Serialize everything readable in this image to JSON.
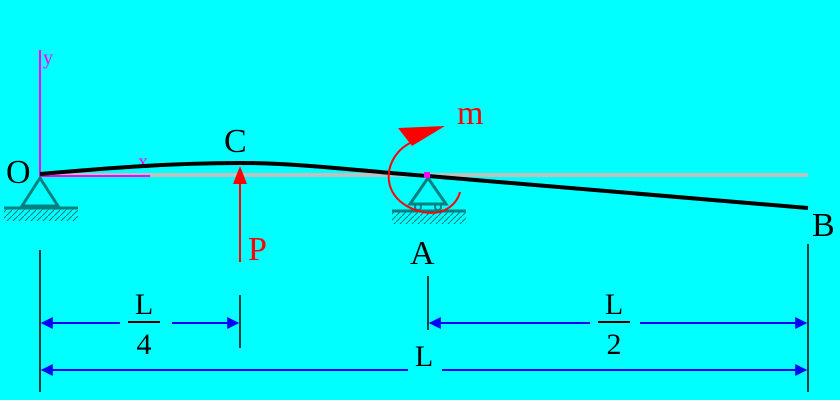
{
  "labels": {
    "origin": "O",
    "point_c": "C",
    "point_a": "A",
    "point_b": "B",
    "force": "P",
    "moment": "m",
    "axis_x": "x",
    "axis_y": "y",
    "dim_quarter_num": "L",
    "dim_quarter_den": "4",
    "dim_half_num": "L",
    "dim_half_den": "2",
    "dim_total": "L"
  },
  "colors": {
    "background": "#00ffff",
    "beam_deflected": "#000000",
    "beam_reference": "#c0c0c0",
    "force_moment": "#ff0000",
    "axes": "#ff00ff",
    "dimensions": "#0000ff",
    "support": "#008080"
  }
}
